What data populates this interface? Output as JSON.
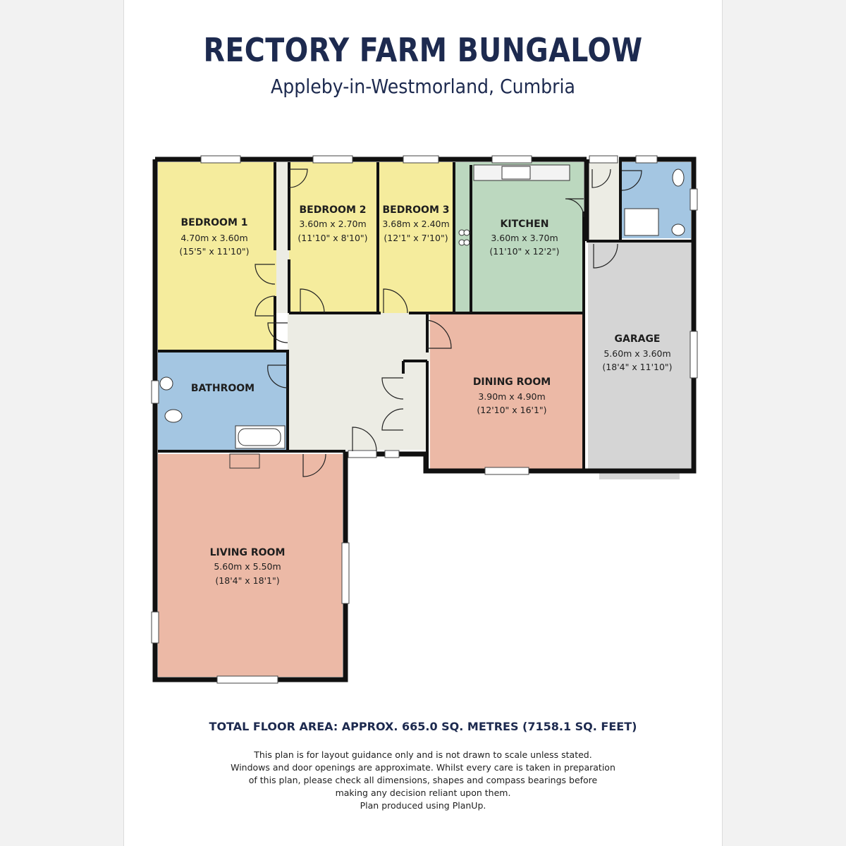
{
  "header": {
    "title": "RECTORY FARM BUNGALOW",
    "subtitle": "Appleby-in-Westmorland, Cumbria"
  },
  "rooms": {
    "bedroom1": {
      "name": "BEDROOM 1",
      "metric": "4.70m x 3.60m",
      "imperial": "(15'5\" x 11'10\")"
    },
    "bedroom2": {
      "name": "BEDROOM 2",
      "metric": "3.60m x 2.70m",
      "imperial": "(11'10\" x 8'10\")"
    },
    "bedroom3": {
      "name": "BEDROOM 3",
      "metric": "3.68m x 2.40m",
      "imperial": "(12'1\" x 7'10\")"
    },
    "kitchen": {
      "name": "KITCHEN",
      "metric": "3.60m x 3.70m",
      "imperial": "(11'10\" x 12'2\")"
    },
    "garage": {
      "name": "GARAGE",
      "metric": "5.60m x 3.60m",
      "imperial": "(18'4\" x 11'10\")"
    },
    "bathroom": {
      "name": "BATHROOM"
    },
    "dining": {
      "name": "DINING ROOM",
      "metric": "3.90m x 4.90m",
      "imperial": "(12'10\" x 16'1\")"
    },
    "living": {
      "name": "LIVING ROOM",
      "metric": "5.60m x 5.50m",
      "imperial": "(18'4\" x 18'1\")"
    }
  },
  "colors": {
    "bedroom": "#f5ec9d",
    "kitchen": "#bcd8bf",
    "wet_room": "#a4c6e2",
    "reception": "#ecb9a6",
    "garage": "#d5d5d5",
    "hall": "#ededE6",
    "wall": "#111111"
  },
  "footer": {
    "total_area": "TOTAL FLOOR AREA: APPROX. 665.0 SQ. METRES (7158.1 SQ. FEET)",
    "disclaimer_lines": [
      "This plan is for layout guidance only and is not drawn to scale unless stated.",
      "Windows and door openings are approximate. Whilst every care is taken in preparation",
      "of this plan, please check all dimensions, shapes and compass bearings before",
      "making any decision reliant upon them.",
      "Plan produced using PlanUp."
    ]
  }
}
